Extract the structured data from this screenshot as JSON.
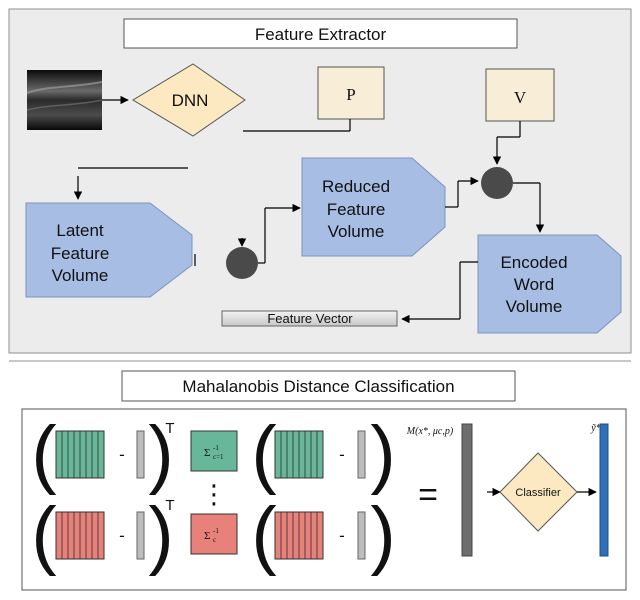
{
  "top_section": {
    "title": "Feature Extractor",
    "dnn_label": "DNN",
    "p_label": "P",
    "v_label": "V",
    "latent_volume": [
      "Latent",
      "Feature",
      "Volume"
    ],
    "reduced_volume": [
      "Reduced",
      "Feature",
      "Volume"
    ],
    "encoded_volume": [
      "Encoded",
      "Word",
      "Volume"
    ],
    "feature_vector_label": "Feature Vector"
  },
  "bottom_section": {
    "title": "Mahalanobis Distance Classification",
    "transpose_mark": "T",
    "minus_sign": "-",
    "equals_sign": "=",
    "sigma_top": "Σ",
    "sigma_top_sup": "-1",
    "sigma_top_sub": "c=1",
    "sigma_bottom": "Σ",
    "sigma_bottom_sup": "-1",
    "sigma_bottom_sub": "c",
    "vertical_dots": "⋮",
    "distance_label": "M(x*, μc,p)",
    "classifier_label": "Classifier",
    "output_label": "ỹ*"
  },
  "colors": {
    "volume_blue": "#a7bde3",
    "dnn_fill": "#fce9c2",
    "pv_fill": "#f8edd6",
    "teal": "#68b79a",
    "salmon": "#e8817a",
    "output_bar": "#2e6fb8",
    "distance_bar": "#6e6e6e",
    "circle": "#4a4a4a"
  }
}
